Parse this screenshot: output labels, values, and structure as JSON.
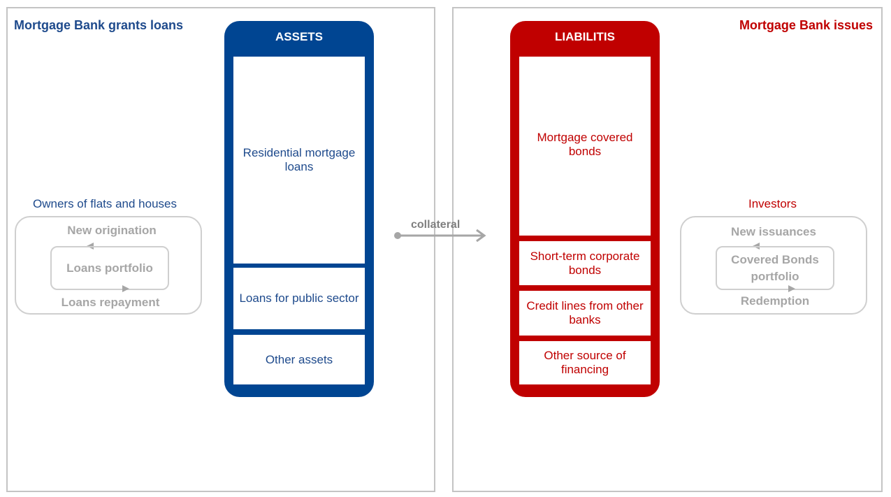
{
  "left_panel": {
    "title": "Mortgage  Bank grants loans",
    "owners_label": "Owners of flats and houses",
    "cycle": {
      "top": "New origination",
      "center": "Loans portfolio",
      "bottom": "Loans repayment"
    }
  },
  "assets": {
    "header": "ASSETS",
    "items": [
      "Residential mortgage loans",
      "Loans for public sector",
      "Other assets"
    ]
  },
  "link": {
    "label": "collateral"
  },
  "liabilities": {
    "header": "LIABILITIS",
    "items": [
      "Mortgage covered bonds",
      "Short-term corporate bonds",
      "Credit lines from other banks",
      "Other source of financing"
    ]
  },
  "right_panel": {
    "title": "Mortgage  Bank issues",
    "investors_label": "Investors",
    "cycle": {
      "top": "New issuances",
      "center": "Covered Bonds portfolio",
      "bottom": "Redemption"
    }
  },
  "colors": {
    "assets_blue": "#004592",
    "text_blue": "#1e4a8c",
    "liabilities_red": "#c00000",
    "cycle_gray": "#a6a6a6",
    "border_gray": "#c4c4c4"
  }
}
